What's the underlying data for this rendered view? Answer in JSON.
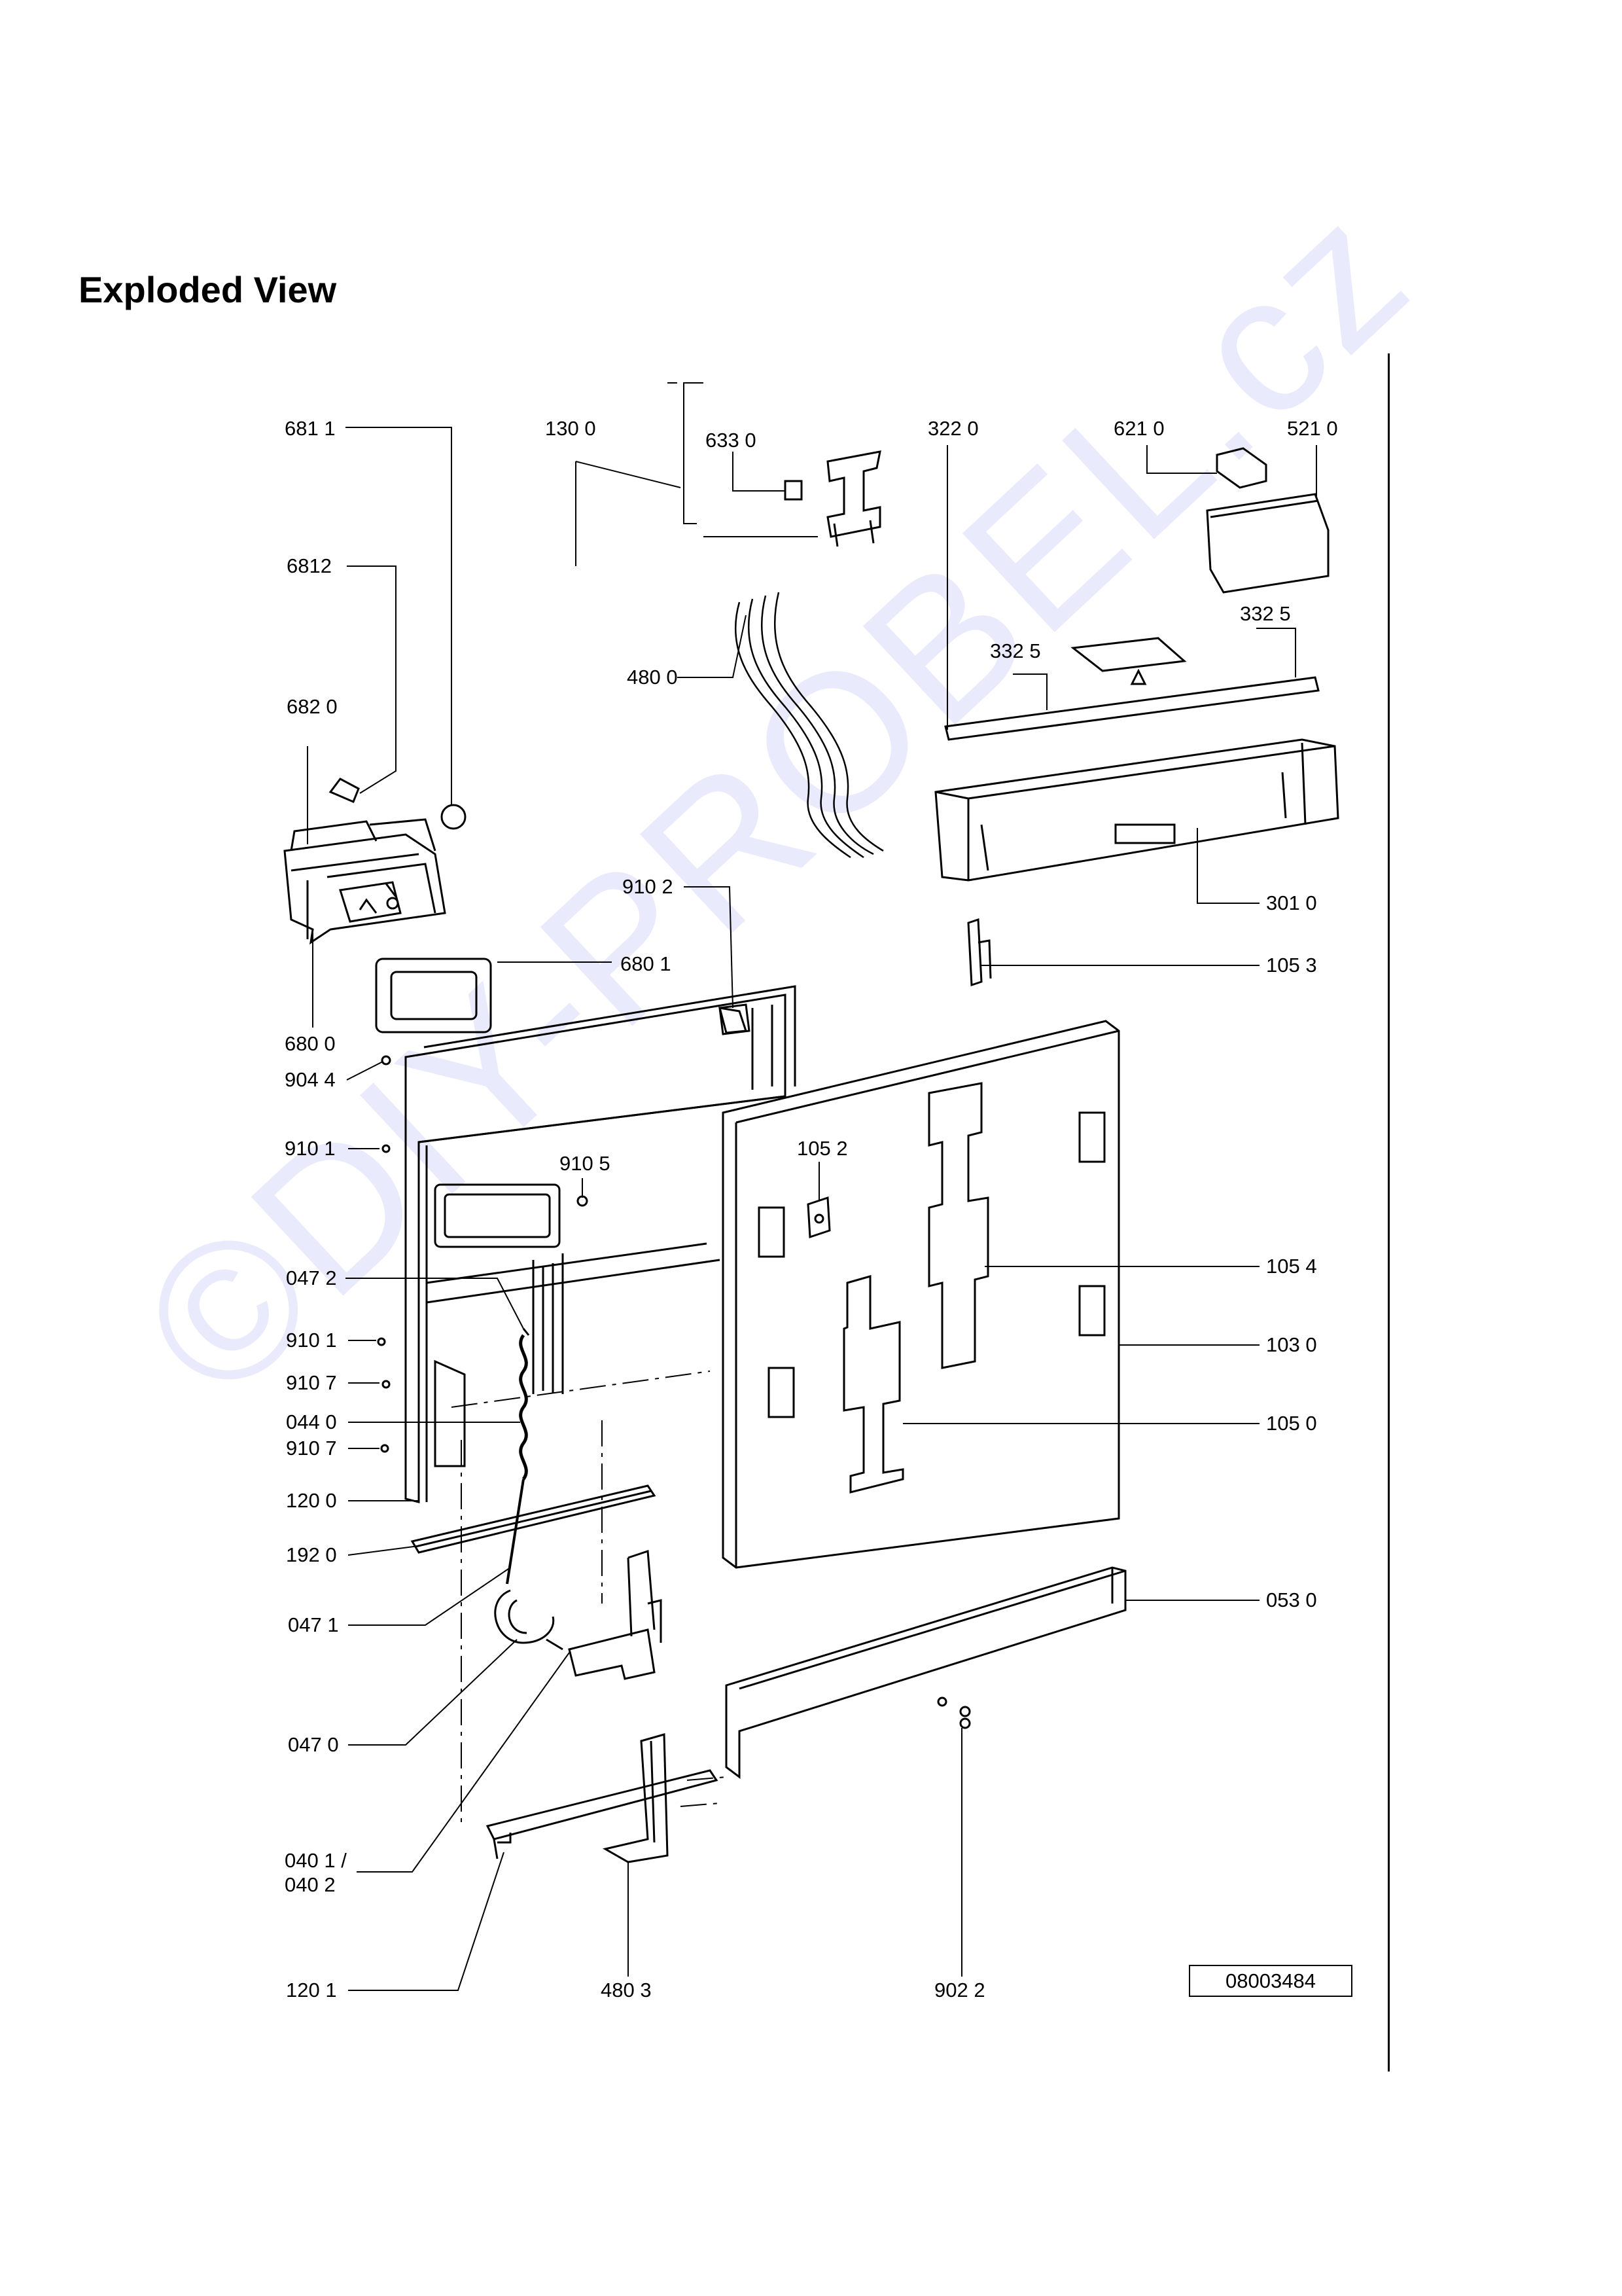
{
  "page_title": "Exploded View",
  "watermark": "©DIY-PROBEL.cz",
  "diagram_number": "08003484",
  "labels": {
    "p6811": "681 1",
    "p6812": "6812",
    "p6820": "682 0",
    "p6800": "680 0",
    "p6801": "680 1",
    "p9044": "904 4",
    "p9101a": "910 1",
    "p9105": "910 5",
    "p0472": "047 2",
    "p9101b": "910 1",
    "p9107a": "910 7",
    "p0440": "044 0",
    "p9107b": "910 7",
    "p1200": "120 0",
    "p1920": "192 0",
    "p0471": "047 1",
    "p0470": "047 0",
    "p0401": "040 1 /",
    "p0402": "040 2",
    "p1201": "120 1",
    "p4803": "480 3",
    "p1300": "130 0",
    "p6330": "633 0",
    "p4800": "480 0",
    "p9102": "910 2",
    "p1052": "105 2",
    "p3220": "322  0",
    "p6210": "621 0",
    "p5210": "521 0",
    "p3325a": "332  5",
    "p3325b": "332  5",
    "p3010": "301 0",
    "p1053": "105 3",
    "p1054": "105 4",
    "p1030": "103 0",
    "p1050": "105 0",
    "p0530": "053 0",
    "p9022": "902 2"
  }
}
